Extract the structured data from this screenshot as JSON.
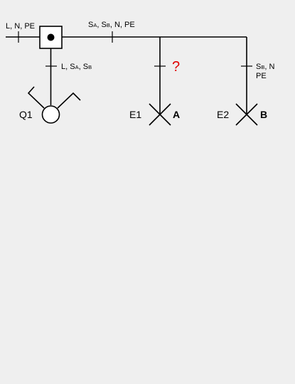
{
  "diagram": {
    "supply_label": {
      "L": "L",
      "sep1": ", ",
      "N": "N",
      "sep2": ", ",
      "PE": "PE"
    },
    "bus_label": {
      "SA_main": "S",
      "SA_sub": "A",
      "sep1": ", ",
      "SB_main": "S",
      "SB_sub": "B",
      "sep2": ", N, PE"
    },
    "switch_cable_label": {
      "L": "L, ",
      "SA_main": "S",
      "SA_sub": "A",
      "sep": ", ",
      "SB_main": "S",
      "SB_sub": "B"
    },
    "e2_cable_label": {
      "SB_main": "S",
      "SB_sub": "B",
      "N": ", N",
      "PE": "PE"
    },
    "unknown_marker": "?",
    "unknown_color": "#e00000",
    "devices": {
      "switch": "Q1",
      "lamp1": "E1",
      "lamp1_terminal": "A",
      "lamp2": "E2",
      "lamp2_terminal": "B"
    }
  }
}
